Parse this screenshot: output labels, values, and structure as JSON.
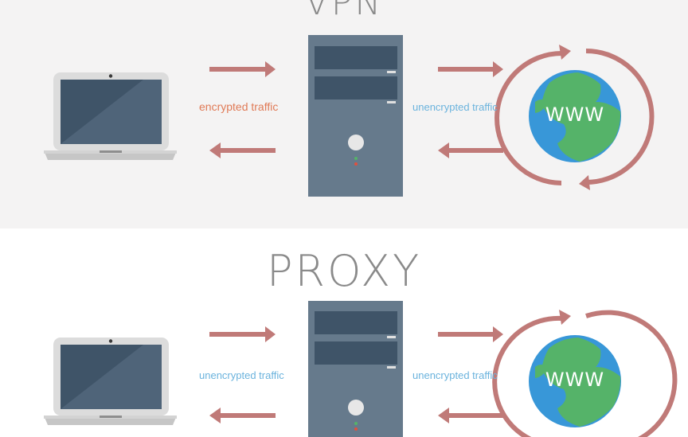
{
  "vpn": {
    "title": "VPN",
    "left_label": "encrypted traffic",
    "right_label": "unencrypted traffic",
    "globe_text": "WWW"
  },
  "proxy": {
    "title": "PROXY",
    "left_label": "unencrypted traffic",
    "right_label": "unencrypted traffic",
    "globe_text": "WWW"
  },
  "colors": {
    "arrow": "#c07a78",
    "encrypted": "#e07a56",
    "unencrypted": "#6bb3dd",
    "server": "#667a8c",
    "ocean": "#3897d8",
    "land": "#55b369"
  }
}
